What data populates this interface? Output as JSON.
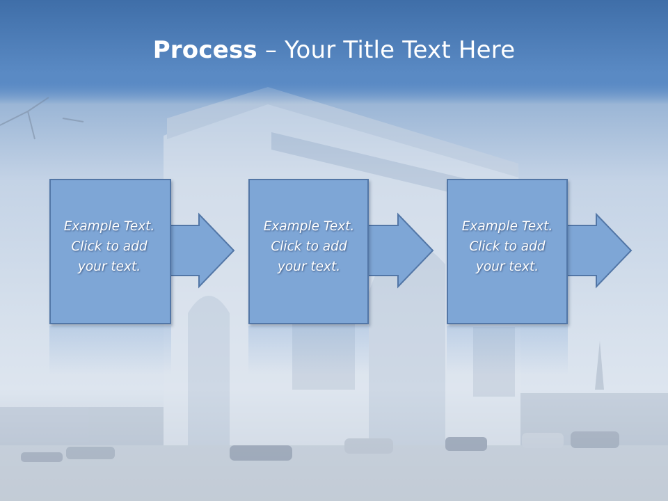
{
  "slide": {
    "title_bold": "Process",
    "title_rest": " – Your Title Text Here",
    "steps": [
      {
        "line1": "Example Text.",
        "line2": "Click  to add",
        "line3": "your text."
      },
      {
        "line1": "Example Text.",
        "line2": "Click  to add",
        "line3": "your text."
      },
      {
        "line1": "Example Text.",
        "line2": "Click  to add",
        "line3": "your text."
      }
    ],
    "colors": {
      "accent": "#7ea6d6",
      "border": "#5276a6",
      "title_band": "#4a7dba"
    },
    "background_image": "arc-de-triomphe-photo"
  }
}
